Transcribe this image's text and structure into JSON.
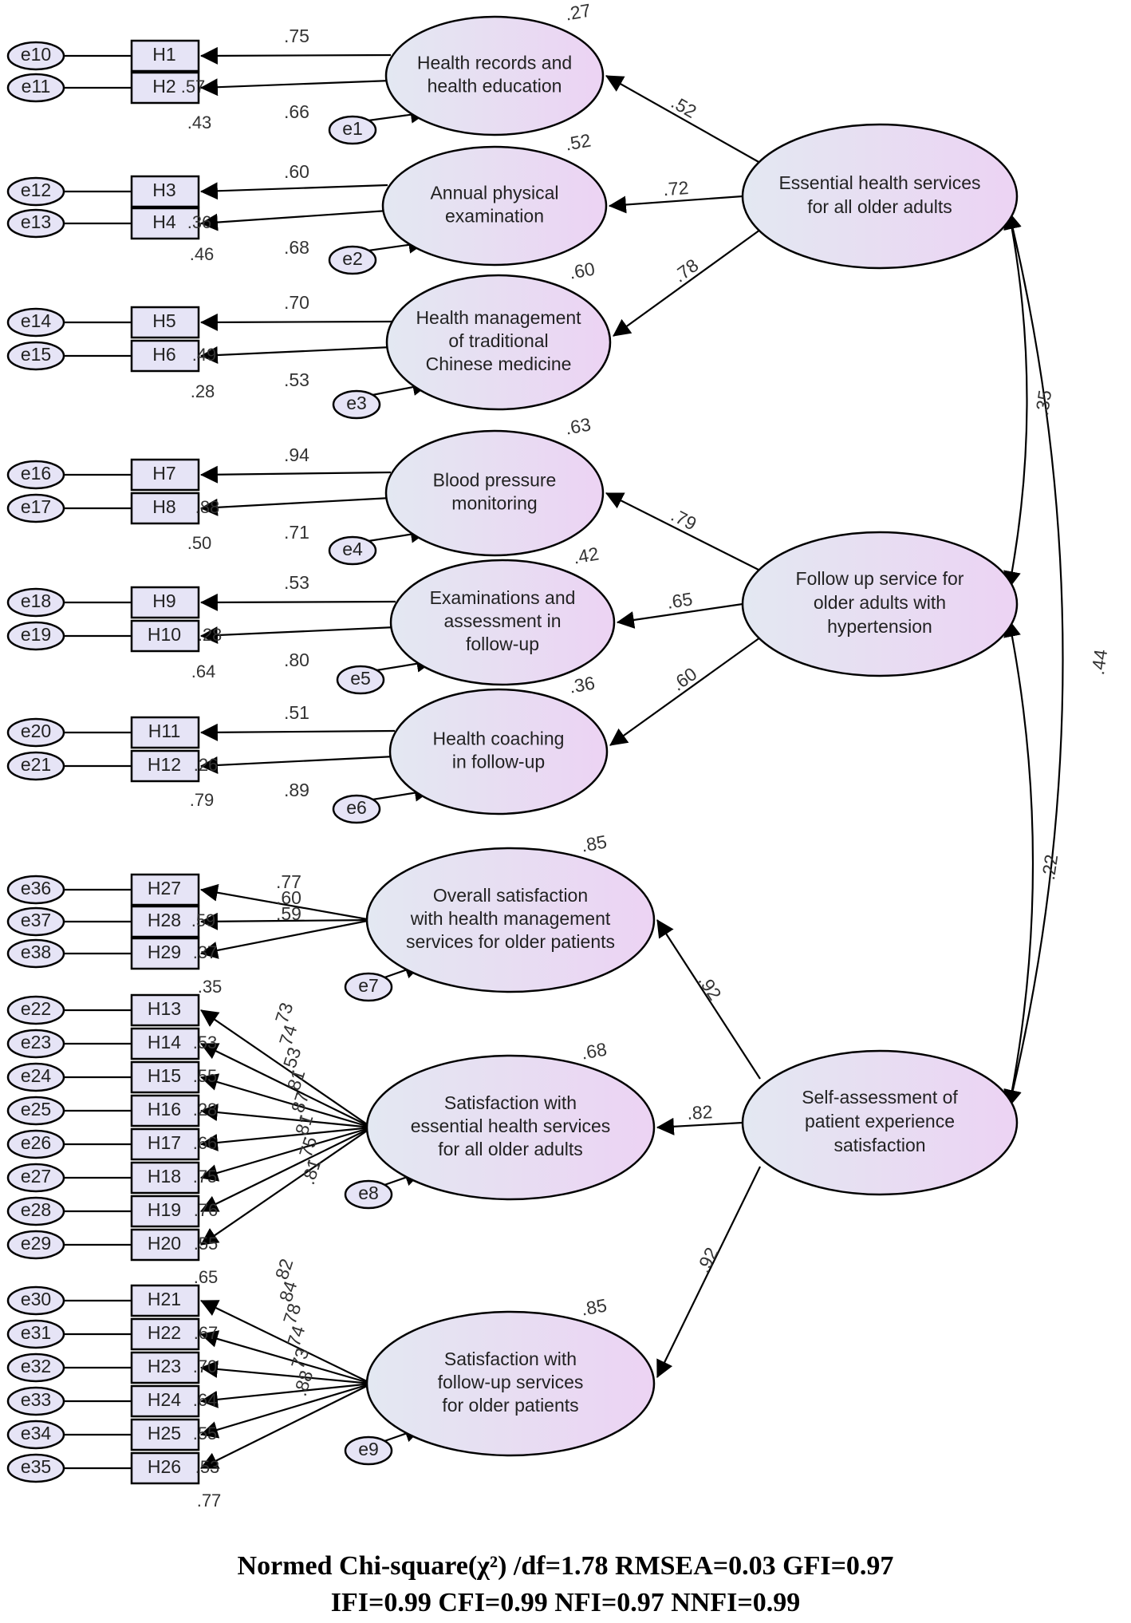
{
  "colors": {
    "line": "#000000",
    "latent_fill_from": "#e3e8f2",
    "latent_fill_to": "#ecd3f3",
    "box_fill": "#e6e4f6"
  },
  "factors": [
    {
      "name": "Essential health services for all older adults",
      "lines": [
        "Essential health services",
        "for all older adults"
      ]
    },
    {
      "name": "Follow up service for older adults with hypertension",
      "lines": [
        "Follow up service for",
        "older adults with",
        "hypertension"
      ]
    },
    {
      "name": "Self-assessment of patient experience satisfaction",
      "lines": [
        "Self-assessment of",
        "patient experience",
        "satisfaction"
      ]
    }
  ],
  "constructs": [
    {
      "name": "Health records and health education",
      "lines": [
        "Health records and",
        "health education"
      ],
      "r2": ".27",
      "error": "e1"
    },
    {
      "name": "Annual physical examination",
      "lines": [
        "Annual physical",
        "examination"
      ],
      "r2": ".52",
      "error": "e2"
    },
    {
      "name": "Health management of traditional Chinese medicine",
      "lines": [
        "Health management",
        "of traditional",
        "Chinese medicine"
      ],
      "r2": ".60",
      "error": "e3"
    },
    {
      "name": "Blood pressure monitoring",
      "lines": [
        "Blood pressure",
        "monitoring"
      ],
      "r2": ".63",
      "error": "e4"
    },
    {
      "name": "Examinations and assessment in follow-up",
      "lines": [
        "Examinations and",
        "assessment in",
        "follow-up"
      ],
      "r2": ".42",
      "error": "e5"
    },
    {
      "name": "Health coaching in follow-up",
      "lines": [
        "Health coaching",
        "in follow-up"
      ],
      "r2": ".36",
      "error": "e6"
    },
    {
      "name": "Overall satisfaction with health management services for older patients",
      "lines": [
        "Overall satisfaction",
        "with health management",
        "services for older patients"
      ],
      "r2": ".85",
      "error": "e7"
    },
    {
      "name": "Satisfaction with essential health services for all older adults",
      "lines": [
        "Satisfaction with",
        "essential health services",
        "for all older adults"
      ],
      "r2": ".68",
      "error": "e8"
    },
    {
      "name": "Satisfaction with follow-up services for older patients",
      "lines": [
        "Satisfaction with",
        "follow-up services",
        "for older patients"
      ],
      "r2": ".85",
      "error": "e9"
    }
  ],
  "indicators": [
    {
      "name": "H1",
      "error": "e10",
      "loading": ".75"
    },
    {
      "name": "H2",
      "error": "e11",
      "loading": ".66"
    },
    {
      "name": "H3",
      "error": "e12",
      "loading": ".60"
    },
    {
      "name": "H4",
      "error": "e13",
      "loading": ".68"
    },
    {
      "name": "H5",
      "error": "e14",
      "loading": ".70"
    },
    {
      "name": "H6",
      "error": "e15",
      "loading": ".53"
    },
    {
      "name": "H7",
      "error": "e16",
      "loading": ".94"
    },
    {
      "name": "H8",
      "error": "e17",
      "loading": ".71"
    },
    {
      "name": "H9",
      "error": "e18",
      "loading": ".53"
    },
    {
      "name": "H10",
      "error": "e19",
      "loading": ".80"
    },
    {
      "name": "H11",
      "error": "e20",
      "loading": ".51"
    },
    {
      "name": "H12",
      "error": "e21",
      "loading": ".89"
    },
    {
      "name": "H27",
      "error": "e36",
      "loading": ".77"
    },
    {
      "name": "H28",
      "error": "e37",
      "loading": ".60"
    },
    {
      "name": "H29",
      "error": "e38",
      "loading": ".59"
    },
    {
      "name": "H13",
      "error": "e22",
      "loading": ".73"
    },
    {
      "name": "H14",
      "error": "e23",
      "loading": ".74"
    },
    {
      "name": "H15",
      "error": "e24",
      "loading": ".53"
    },
    {
      "name": "H16",
      "error": "e25",
      "loading": ".81"
    },
    {
      "name": "H17",
      "error": "e26",
      "loading": ".87"
    },
    {
      "name": "H18",
      "error": "e27",
      "loading": ".81"
    },
    {
      "name": "H19",
      "error": "e28",
      "loading": ".75"
    },
    {
      "name": "H20",
      "error": "e29",
      "loading": ".81"
    },
    {
      "name": "H21",
      "error": "e30",
      "loading": ".82"
    },
    {
      "name": "H22",
      "error": "e31",
      "loading": ".84"
    },
    {
      "name": "H23",
      "error": "e32",
      "loading": ".78"
    },
    {
      "name": "H24",
      "error": "e33",
      "loading": ".74"
    },
    {
      "name": "H25",
      "error": "e34",
      "loading": ".73"
    },
    {
      "name": "H26",
      "error": "e35",
      "loading": ".88"
    }
  ],
  "indicator_overlay_labels": [
    ".57",
    ".43",
    ".36",
    ".46",
    ".49",
    ".28",
    ".88",
    ".50",
    ".28",
    ".64",
    ".26",
    ".79",
    ".59",
    ".37",
    ".35",
    ".53",
    ".55",
    ".28",
    ".66",
    ".75",
    ".76",
    ".55",
    ".65",
    ".67",
    ".70",
    ".64",
    ".55",
    ".53",
    ".77"
  ],
  "factor_paths": [
    ".52",
    ".72",
    ".78",
    ".79",
    ".65",
    ".60",
    ".92",
    ".82",
    ".92"
  ],
  "correlations": [
    ".35",
    ".44",
    ".22"
  ],
  "fit_line1": "Normed Chi-square(χ²) /df=1.78   RMSEA=0.03    GFI=0.97",
  "fit_line2": "IFI=0.99   CFI=0.99   NFI=0.97   NNFI=0.99"
}
